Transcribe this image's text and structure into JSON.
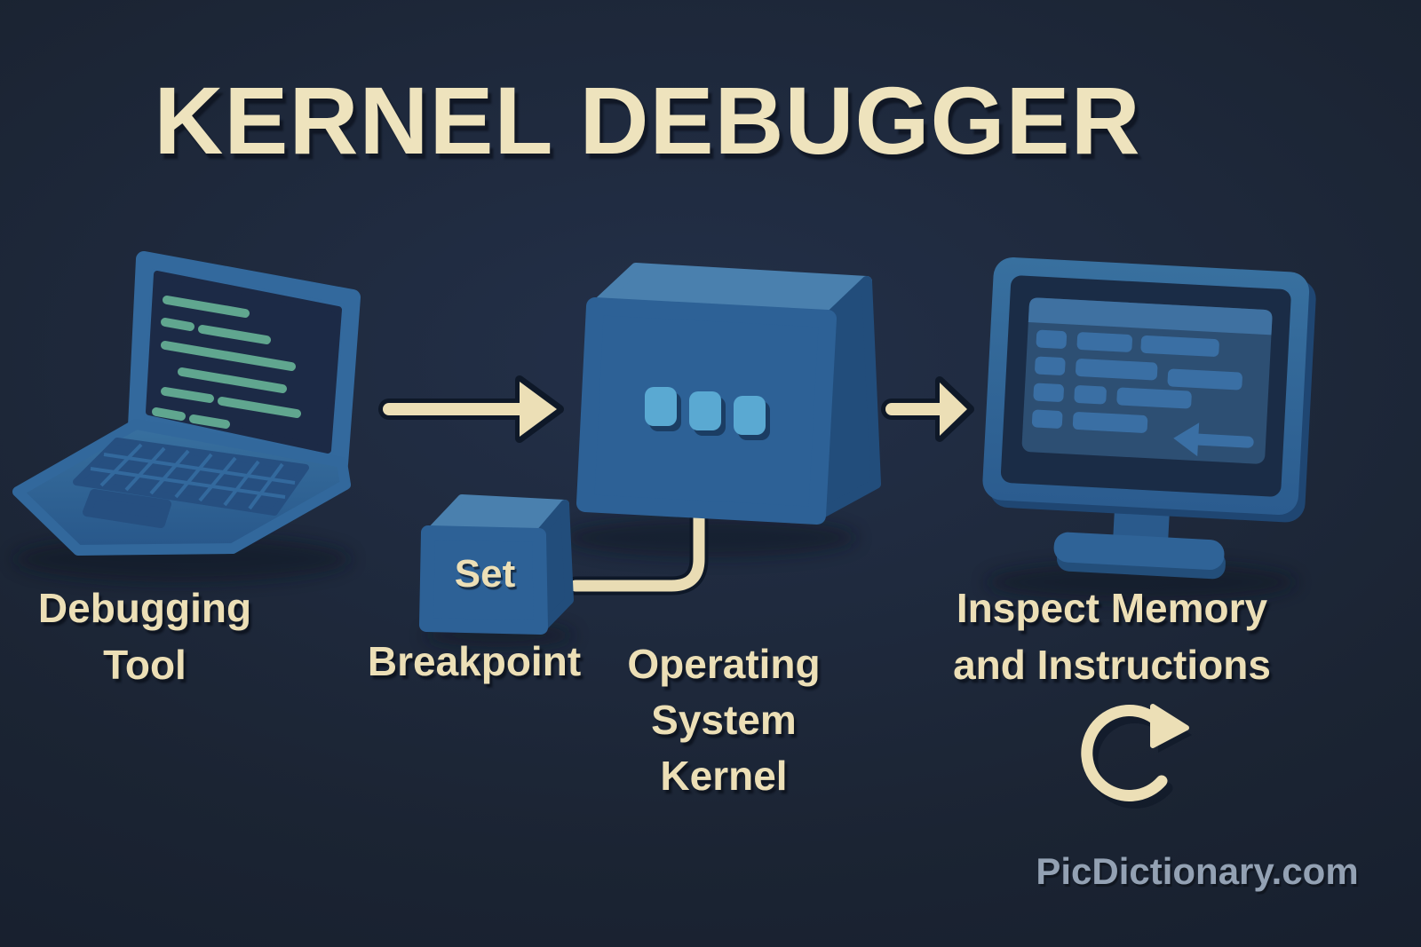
{
  "title": "KERNEL DEBUGGER",
  "watermark": "PicDictionary.com",
  "nodes": {
    "debugging_tool": {
      "label_line1": "Debugging",
      "label_line2": "Tool"
    },
    "breakpoint": {
      "cube_text": "Set",
      "label": "Breakpoint"
    },
    "os_kernel": {
      "label_line1": "Operating",
      "label_line2": "System",
      "label_line3": "Kernel"
    },
    "inspect_memory": {
      "label_line1": "Inspect Memory",
      "label_line2": "and Instructions"
    }
  },
  "icons": {
    "laptop": "laptop-with-code-3d",
    "os_kernel": "blue-box-3d-with-chips",
    "breakpoint": "small-cube-3d",
    "monitor": "desktop-monitor-memory-view-3d",
    "flow_arrow_1": "right-arrow",
    "flow_arrow_2": "right-arrow",
    "memory_arrow": "left-arrow",
    "refresh": "circular-refresh-arrow",
    "connector": "elbow-connector-line"
  },
  "colors": {
    "background": "#1b2433",
    "accent_cream": "#ecdfb6",
    "blue_front": "#2d6196",
    "blue_body": "#33699d",
    "blue_top": "#4a80ae",
    "blue_side": "#224d7b",
    "chip_blue": "#5aa9d2",
    "code_teal": "#60a68f",
    "screen_navy": "#1c2a46",
    "memory_block_blue": "#3a6fa4",
    "watermark_gray": "#93a1b3"
  }
}
